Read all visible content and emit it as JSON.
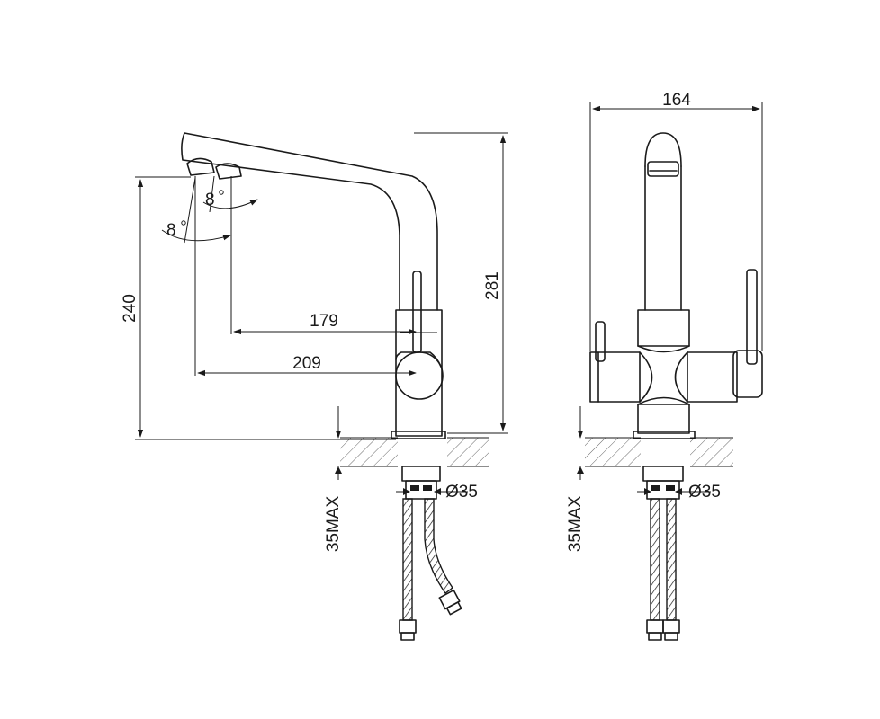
{
  "diagram": {
    "side_view": {
      "width_spout": "179",
      "width_aerator": "209",
      "height_spout": "240",
      "height_total": "281",
      "angle_1": "8",
      "angle_2": "8",
      "hole_diameter": "Ø35",
      "max_thickness": "35MAX"
    },
    "front_view": {
      "width_total": "164",
      "hole_diameter": "Ø35",
      "max_thickness": "35MAX"
    }
  }
}
